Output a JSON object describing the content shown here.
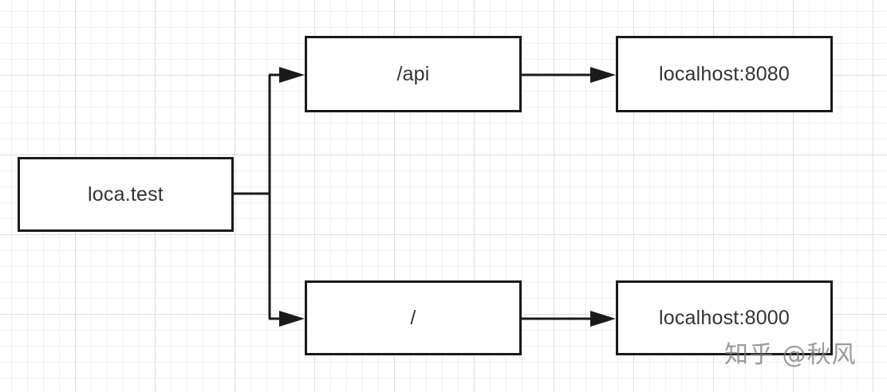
{
  "nodes": {
    "root": "loca.test",
    "api_route": "/api",
    "root_route": "/",
    "api_target": "localhost:8080",
    "root_target": "localhost:8000"
  },
  "watermark": "知乎 @秋风",
  "colors": {
    "stroke": "#1a1a1a",
    "text": "#333333",
    "grid": "#dcdcdc"
  }
}
